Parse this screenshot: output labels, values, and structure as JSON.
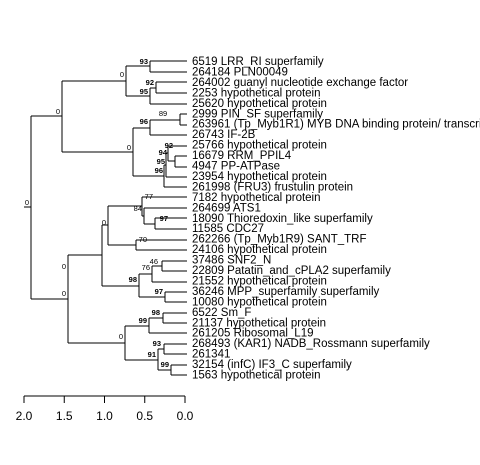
{
  "tree": {
    "leaves": [
      "6519 LRR_RI superfamily",
      "264184 PLN00049",
      "264002 guanyl nucleotide exchange factor",
      "2253 hypothetical protein",
      "25620 hypothetical protein",
      "2999 PIN_SF superfamily",
      "263961 (Tp_Myb1R1) MYB DNA binding protein/ transcription factor",
      "26743 IF-2B",
      "25766 hypothetical protein",
      "16679 RRM_PPIL4",
      "4947 PP-ATPase",
      "23954 hypothetical protein",
      "261998 (FRU3) frustulin protein",
      "7182 hypothetical protein",
      "264699 ATS1",
      "18090 Thioredoxin_like superfamily",
      "11585 CDC27",
      "262266 (Tp_Myb1R9) SANT_TRF",
      "24106 hypothetical protein",
      "37486 SNF2_N",
      "22809 Patatin_and_cPLA2 superfamily",
      "21552 hypothetical protein",
      "36246 MPP_superfamily superfamily",
      "10080 hypothetical protein",
      "6522 Sm_F",
      "21137 hypothetical protein",
      "261205 Ribosomal_L19",
      "268493 (KAR1) NADB_Rossmann superfamily",
      "261341",
      "32154 (infC) IF3_C superfamily",
      "1563 hypothetical protein"
    ],
    "supports": [
      {
        "label": "93",
        "bold": true
      },
      {
        "label": "0",
        "bold": false
      },
      {
        "label": "92",
        "bold": true
      },
      {
        "label": "95",
        "bold": true
      },
      {
        "label": "0",
        "bold": false
      },
      {
        "label": "89",
        "bold": false
      },
      {
        "label": "96",
        "bold": true
      },
      {
        "label": "0",
        "bold": false
      },
      {
        "label": "92",
        "bold": true
      },
      {
        "label": "94",
        "bold": true
      },
      {
        "label": "95",
        "bold": true
      },
      {
        "label": "96",
        "bold": true
      },
      {
        "label": "0",
        "bold": false
      },
      {
        "label": "77",
        "bold": false
      },
      {
        "label": "84",
        "bold": false
      },
      {
        "label": "97",
        "bold": true
      },
      {
        "label": "0",
        "bold": false
      },
      {
        "label": "70",
        "bold": false
      },
      {
        "label": "46",
        "bold": false
      },
      {
        "label": "76",
        "bold": false
      },
      {
        "label": "98",
        "bold": true
      },
      {
        "label": "97",
        "bold": true
      },
      {
        "label": "0",
        "bold": false
      },
      {
        "label": "98",
        "bold": true
      },
      {
        "label": "99",
        "bold": true
      },
      {
        "label": "93",
        "bold": true
      },
      {
        "label": "91",
        "bold": true
      },
      {
        "label": "99",
        "bold": true
      },
      {
        "label": "0",
        "bold": false
      },
      {
        "label": "0",
        "bold": false
      }
    ],
    "axis": {
      "ticks": [
        "2.0",
        "1.5",
        "1.0",
        "0.5",
        "0.0"
      ]
    }
  }
}
